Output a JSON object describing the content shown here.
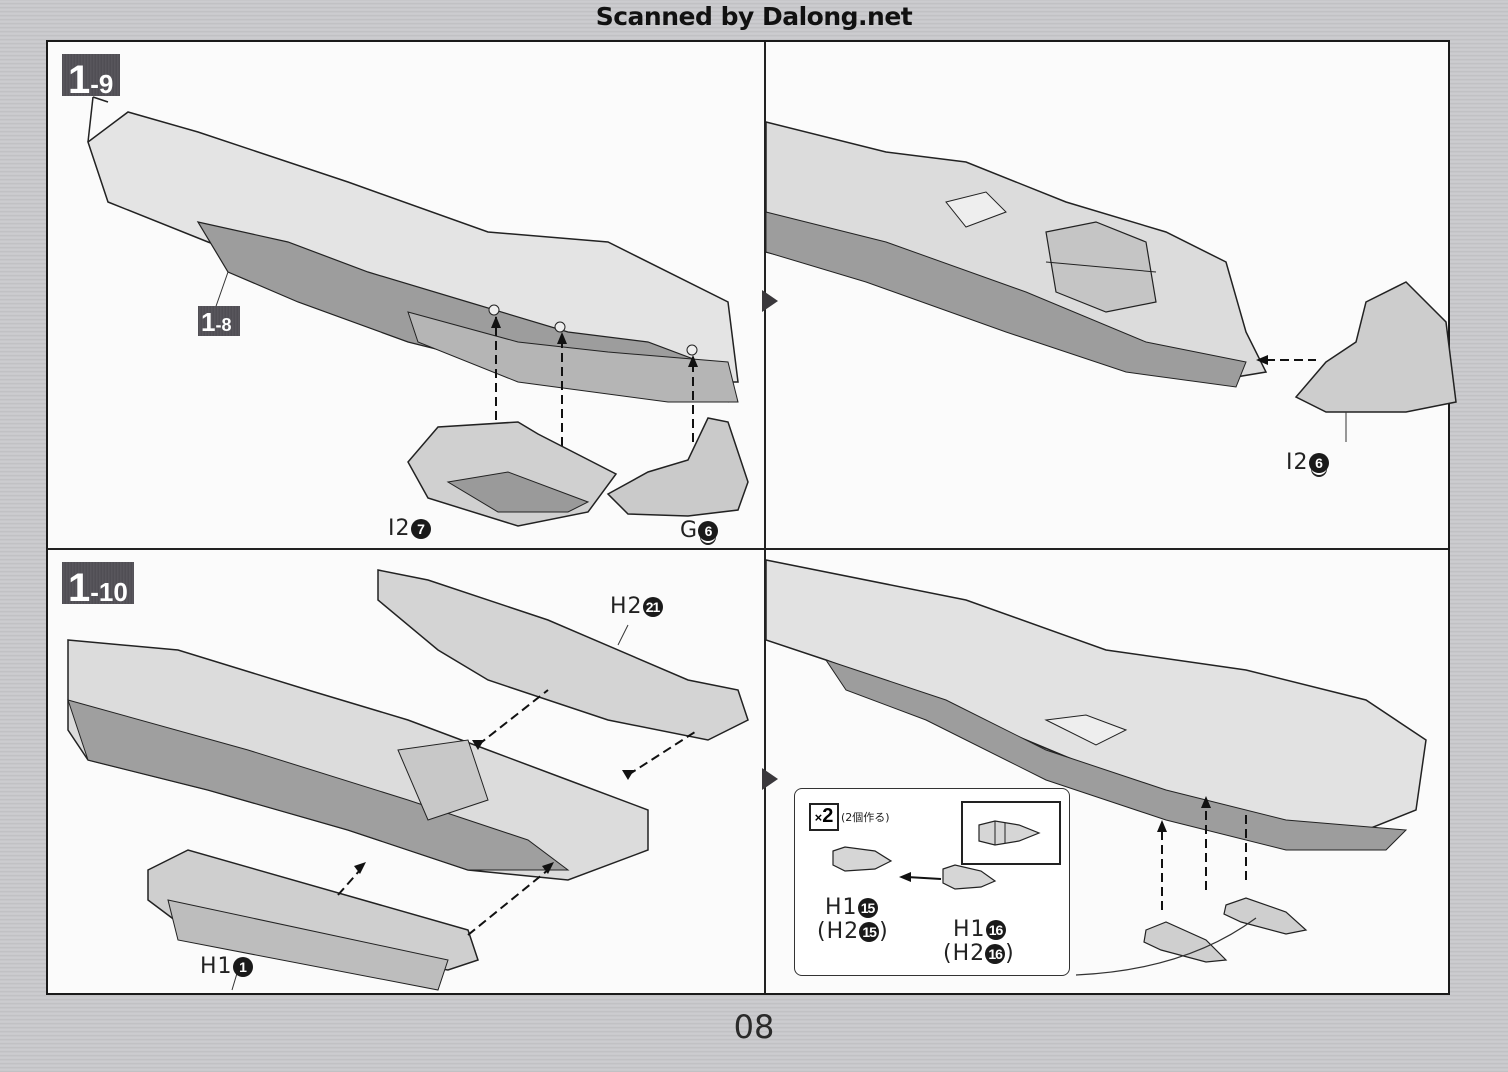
{
  "watermark": "Scanned by Dalong.net",
  "page_number": "08",
  "panels": {
    "step_1_9": {
      "step_label": {
        "major": "1",
        "minor": "-9"
      },
      "ref_step": {
        "major": "1",
        "minor": "-8"
      },
      "parts": [
        {
          "letter": "I2",
          "number": "7",
          "underlined": false
        },
        {
          "letter": "G",
          "number": "6",
          "underlined": true
        }
      ]
    },
    "step_1_9_result": {
      "parts": [
        {
          "letter": "I2",
          "number": "6",
          "underlined": true
        }
      ]
    },
    "step_1_10": {
      "step_label": {
        "major": "1",
        "minor": "-10"
      },
      "parts": [
        {
          "letter": "H2",
          "number": "21"
        },
        {
          "letter": "H1",
          "number": "1"
        }
      ]
    },
    "step_1_10_result": {
      "multiplier": {
        "x": "×",
        "count": "2",
        "note": "(2個作る)"
      },
      "parts": [
        {
          "letter": "H1",
          "number": "15",
          "alt_letter": "(H2",
          "alt_number": "15",
          "alt_close": ")"
        },
        {
          "letter": "H1",
          "number": "16",
          "alt_letter": "(H2",
          "alt_number": "16",
          "alt_close": ")"
        }
      ]
    }
  },
  "colors": {
    "frame": "#1a1a1a",
    "step_badge": "#4d4b51",
    "paper": "#fbfbfb",
    "part_fill": "#cfcfcf",
    "part_shadow": "#9a9a9a"
  }
}
